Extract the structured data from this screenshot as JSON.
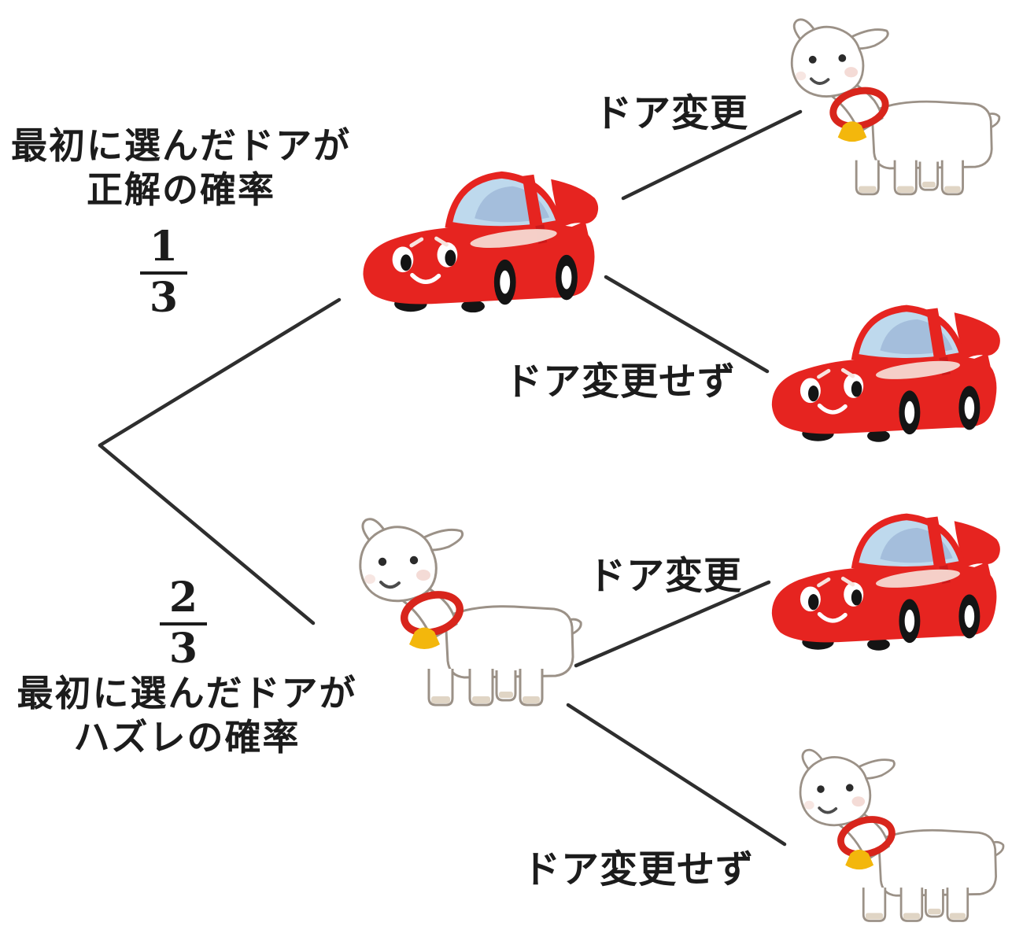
{
  "diagram": {
    "type": "probability-tree",
    "branches": [
      {
        "caption_lines": [
          "最初に選んだドアが",
          "正解の確率"
        ],
        "probability": {
          "numerator": "1",
          "denominator": "3"
        },
        "node_icon": "red-car-icon",
        "children": [
          {
            "edge_label": "ドア変更",
            "outcome_icon": "goat-icon"
          },
          {
            "edge_label": "ドア変更せず",
            "outcome_icon": "red-car-icon"
          }
        ]
      },
      {
        "caption_lines": [
          "最初に選んだドアが",
          "ハズレの確率"
        ],
        "probability": {
          "numerator": "2",
          "denominator": "3"
        },
        "node_icon": "goat-icon",
        "children": [
          {
            "edge_label": "ドア変更",
            "outcome_icon": "red-car-icon"
          },
          {
            "edge_label": "ドア変更せず",
            "outcome_icon": "goat-icon"
          }
        ]
      }
    ]
  },
  "colors": {
    "background": "#ffffff",
    "line": "#2e2e2e",
    "text": "#1c1c1c",
    "car_red": "#e62420",
    "car_glass": "#bed9ed",
    "car_glass_shade": "#a4bedc",
    "wheel_black": "#141414",
    "goat_outline": "#9b9187",
    "goat_collar": "#d8251c",
    "goat_bell": "#f3b70c"
  }
}
